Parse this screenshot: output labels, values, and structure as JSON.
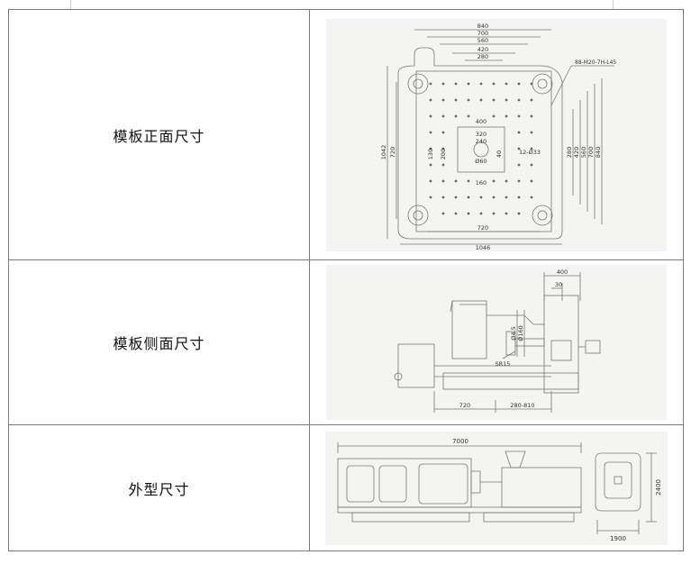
{
  "rows": [
    {
      "label": "模板正面尺寸",
      "dims": {
        "top": [
          "840",
          "700",
          "560",
          "420",
          "280"
        ],
        "tap_note": "88-M20-7H-L45",
        "left": [
          "1042",
          "720"
        ],
        "inner_left": [
          "130",
          "200"
        ],
        "center_w": "400",
        "center_h": "320",
        "center_inner": "240",
        "center_v": "40",
        "bore": "Ø60",
        "holes": "12-Ø33",
        "right": [
          "280",
          "420",
          "560",
          "700",
          "840"
        ],
        "bottom_inner": "160",
        "bottom": [
          "720",
          "1046"
        ]
      }
    },
    {
      "label": "模板侧面尺寸",
      "dims": {
        "top": [
          "400",
          "30"
        ],
        "v1": "Ø4.5",
        "v2": "Ø160",
        "radius": "SR15",
        "bottom": [
          "720",
          "280-810"
        ]
      }
    },
    {
      "label": "外型尺寸",
      "dims": {
        "length": "7000",
        "width": "1900",
        "height": "2400"
      }
    }
  ]
}
